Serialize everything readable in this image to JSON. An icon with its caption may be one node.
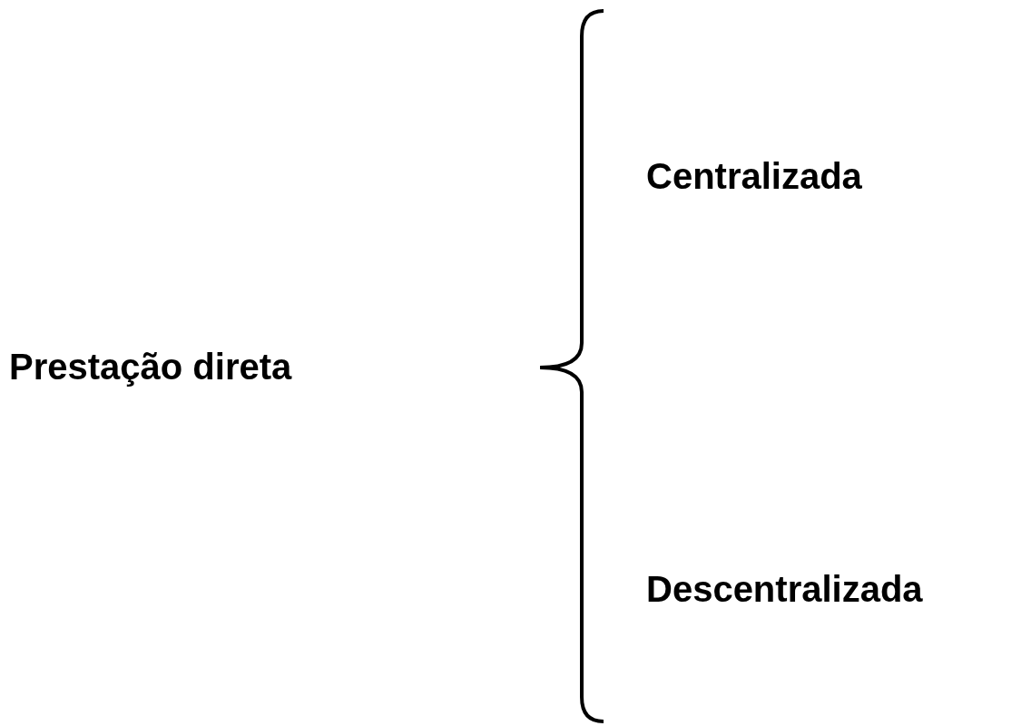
{
  "diagram": {
    "labels": [
      "Prestação direta",
      "Centralizada",
      "Descentralizada"
    ]
  }
}
